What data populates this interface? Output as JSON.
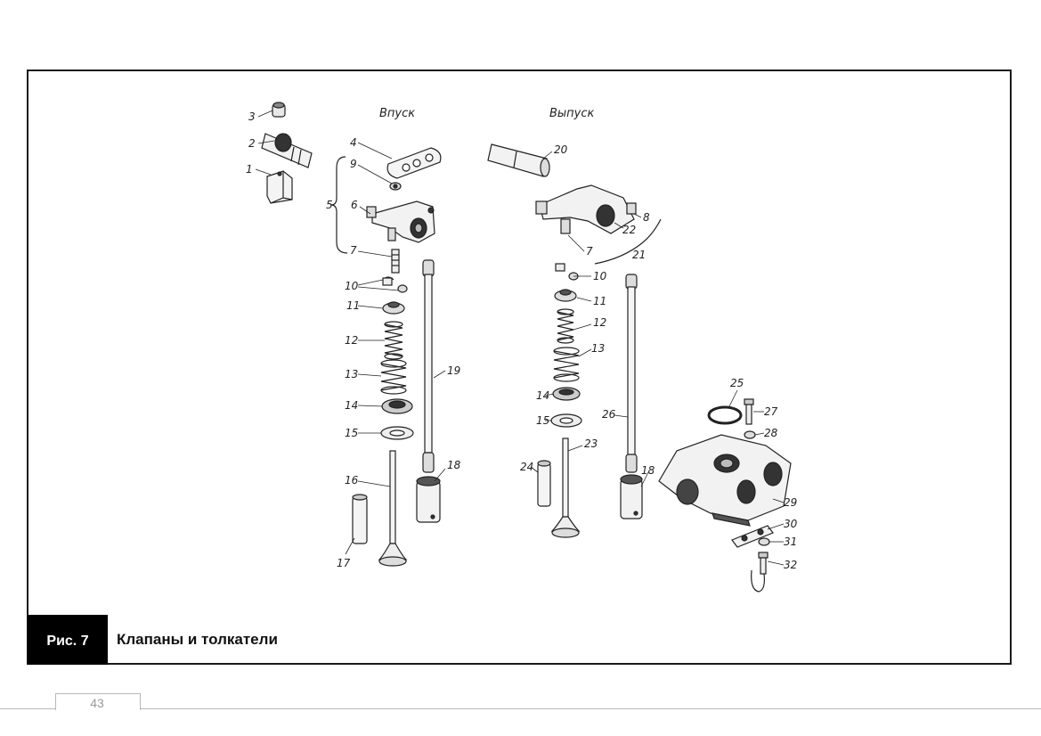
{
  "figure": {
    "number": "Рис. 7",
    "title": "Клапаны и толкатели"
  },
  "page_number": "43",
  "diagram": {
    "headings": {
      "intake": "Впуск",
      "exhaust": "Выпуск"
    },
    "labels": {
      "l1": "1",
      "l2": "2",
      "l3": "3",
      "l4": "4",
      "l5": "5",
      "l6": "6",
      "l7a": "7",
      "l7b": "7",
      "l8": "8",
      "l9": "9",
      "l10a": "10",
      "l10b": "10",
      "l11a": "11",
      "l11b": "11",
      "l12a": "12",
      "l12b": "12",
      "l13a": "13",
      "l13b": "13",
      "l14a": "14",
      "l14b": "14",
      "l15a": "15",
      "l15b": "15",
      "l16": "16",
      "l17": "17",
      "l18a": "18",
      "l18b": "18",
      "l19": "19",
      "l20": "20",
      "l21": "21",
      "l22": "22",
      "l23": "23",
      "l24": "24",
      "l25": "25",
      "l26": "26",
      "l27": "27",
      "l28": "28",
      "l29": "29",
      "l30": "30",
      "l31": "31",
      "l32": "32"
    }
  }
}
